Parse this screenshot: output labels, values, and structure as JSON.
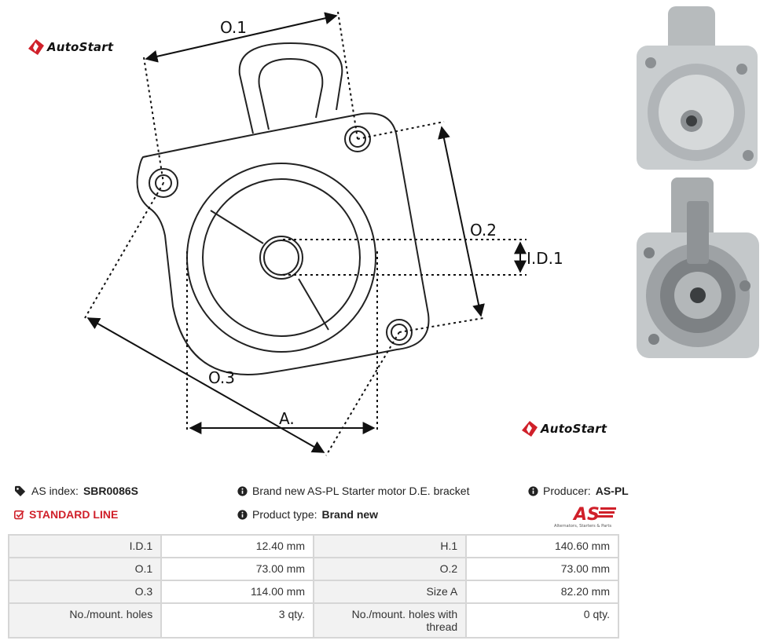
{
  "logos": {
    "brand_name": "AutoStart",
    "brand_logo_tag": "Alternators, Starters & Parts"
  },
  "drawing": {
    "labels": {
      "o1": "O.1",
      "o2": "O.2",
      "o3": "O.3",
      "id1": "I.D.1",
      "a": "A."
    }
  },
  "info": {
    "as_index_label": "AS index:",
    "as_index_value": "SBR0086S",
    "description": "Brand new AS-PL Starter motor D.E. bracket",
    "producer_label": "Producer:",
    "producer_value": "AS-PL",
    "line": "STANDARD LINE",
    "product_type_label": "Product type:",
    "product_type_value": "Brand new",
    "colors": {
      "accent_red": "#d0202a",
      "icon_dark": "#222222"
    },
    "icons": [
      "tag-icon",
      "info-icon",
      "check-square-icon"
    ]
  },
  "specs": {
    "rows": [
      {
        "label1": "I.D.1",
        "value1": "12.40 mm",
        "label2": "H.1",
        "value2": "140.60 mm"
      },
      {
        "label1": "O.1",
        "value1": "73.00 mm",
        "label2": "O.2",
        "value2": "73.00 mm"
      },
      {
        "label1": "O.3",
        "value1": "114.00 mm",
        "label2": "Size A",
        "value2": "82.20 mm"
      },
      {
        "label1": "No./mount. holes",
        "value1": "3 qty.",
        "label2": "No./mount. holes with thread",
        "value2": "0 qty."
      }
    ]
  }
}
